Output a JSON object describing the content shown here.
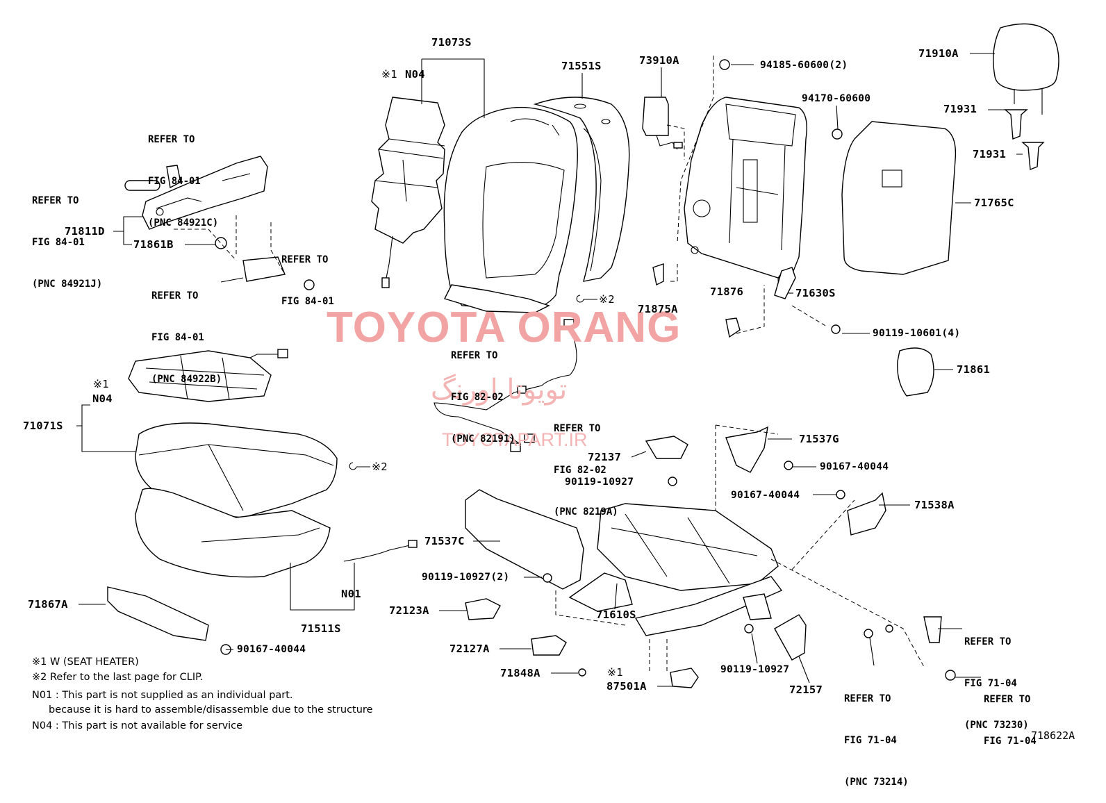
{
  "diagram": {
    "watermark": {
      "main": "TOYOTA ORANG",
      "farsi": "تویوتا اورنگ",
      "url": "TOYOTAPART.IR"
    },
    "figure_number": "718622A",
    "parts": {
      "p71073S": "71073S",
      "p71551S": "71551S",
      "p73910A": "73910A",
      "p94185": "94185-60600(2)",
      "p94170": "94170-60600",
      "p71910A": "71910A",
      "p71931a": "71931",
      "p71931b": "71931",
      "p71765C": "71765C",
      "p71630S": "71630S",
      "p71876": "71876",
      "p71875A": "71875A",
      "p90119_10601": "90119-10601(4)",
      "p71861": "71861",
      "p71811D": "71811D",
      "p71861B": "71861B",
      "p71071S": "71071S",
      "p71537G": "71537G",
      "p72137": "72137",
      "p90167_a": "90167-40044",
      "p90119_10927a": "90119-10927",
      "p90167_b": "90167-40044",
      "p71538A": "71538A",
      "p71537C": "71537C",
      "p90119_10927_2": "90119-10927(2)",
      "p72123A": "72123A",
      "p71610S": "71610S",
      "p72127A": "72127A",
      "p71848A": "71848A",
      "p87501A": "87501A",
      "p90119_10927b": "90119-10927",
      "p72157": "72157",
      "p71867A": "71867A",
      "p71511S": "71511S",
      "p90167_c": "90167-40044",
      "n04a": "N04",
      "n04b": "N04",
      "n01": "N01",
      "mark1a": "※1",
      "mark1b": "※1",
      "mark1c": "※1",
      "mark2a": "※2",
      "mark2b": "※2"
    },
    "refs": {
      "r1": {
        "l1": "REFER TO",
        "l2": "FIG 84-01",
        "l3": "(PNC 84921C)"
      },
      "r2": {
        "l1": "REFER TO",
        "l2": "FIG 84-01",
        "l3": "(PNC 84921J)"
      },
      "r3": {
        "l1": "REFER TO",
        "l2": "FIG 84-01"
      },
      "r4": {
        "l1": "REFER TO",
        "l2": "FIG 84-01",
        "l3": "(PNC 84922B)"
      },
      "r5": {
        "l1": "REFER TO",
        "l2": "FIG 82-02",
        "l3": "(PNC 82191)"
      },
      "r6": {
        "l1": "REFER TO",
        "l2": "FIG 82-02",
        "l3": "(PNC 8219A)"
      },
      "r7": {
        "l1": "REFER TO",
        "l2": "FIG 71-04",
        "l3": "(PNC 73230)"
      },
      "r8": {
        "l1": "REFER TO",
        "l2": "FIG 71-04",
        "l3": "(PNC 73214)"
      },
      "r9": {
        "l1": "REFER TO",
        "l2": "FIG 71-04"
      }
    },
    "notes": {
      "n1": "※1 W (SEAT HEATER)",
      "n2": "※2  Refer to the last page for CLIP.",
      "n3": "N01 : This part is not supplied as an individual part.",
      "n4": "because it is hard to assemble/disassemble due to the structure",
      "n5": "N04 : This part is not available for service"
    }
  }
}
